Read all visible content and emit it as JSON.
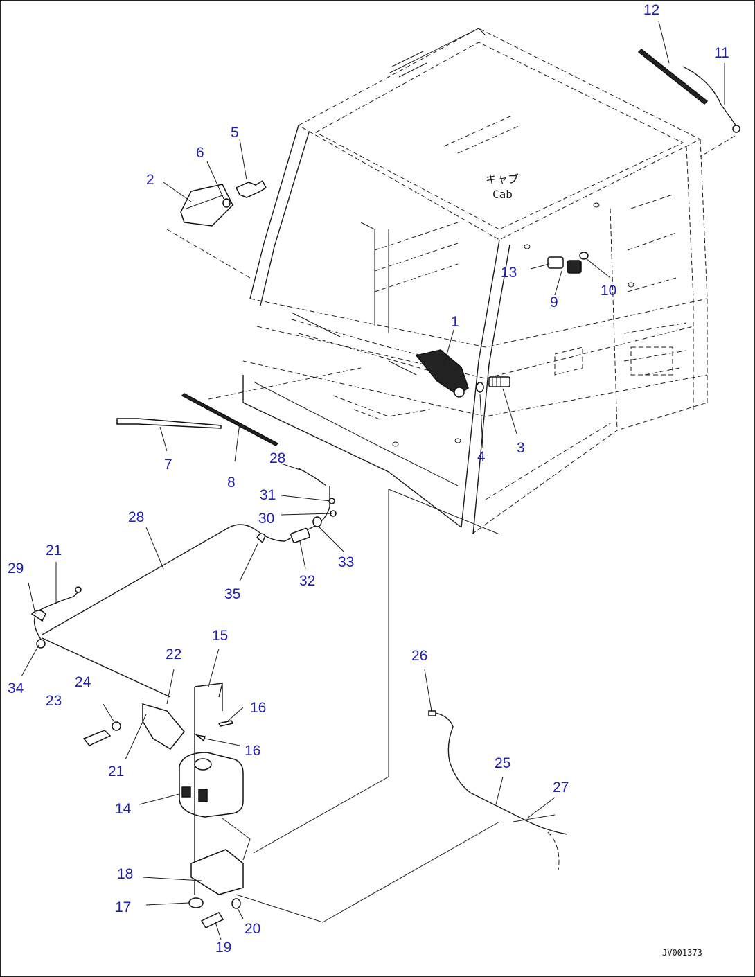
{
  "diagram": {
    "cab_label_jp": "キャブ",
    "cab_label_en": "Cab",
    "drawing_code": "JV001373",
    "callout_color": "#1d1db8",
    "callouts": [
      {
        "id": "c1",
        "label": "1"
      },
      {
        "id": "c2",
        "label": "2"
      },
      {
        "id": "c3",
        "label": "3"
      },
      {
        "id": "c4",
        "label": "4"
      },
      {
        "id": "c5",
        "label": "5"
      },
      {
        "id": "c6",
        "label": "6"
      },
      {
        "id": "c7",
        "label": "7"
      },
      {
        "id": "c8",
        "label": "8"
      },
      {
        "id": "c9",
        "label": "9"
      },
      {
        "id": "c10",
        "label": "10"
      },
      {
        "id": "c11",
        "label": "11"
      },
      {
        "id": "c12",
        "label": "12"
      },
      {
        "id": "c13",
        "label": "13"
      },
      {
        "id": "c14",
        "label": "14"
      },
      {
        "id": "c15",
        "label": "15"
      },
      {
        "id": "c16a",
        "label": "16"
      },
      {
        "id": "c16b",
        "label": "16"
      },
      {
        "id": "c17",
        "label": "17"
      },
      {
        "id": "c18",
        "label": "18"
      },
      {
        "id": "c19",
        "label": "19"
      },
      {
        "id": "c20",
        "label": "20"
      },
      {
        "id": "c21a",
        "label": "21"
      },
      {
        "id": "c21b",
        "label": "21"
      },
      {
        "id": "c22",
        "label": "22"
      },
      {
        "id": "c23",
        "label": "23"
      },
      {
        "id": "c24",
        "label": "24"
      },
      {
        "id": "c25",
        "label": "25"
      },
      {
        "id": "c26",
        "label": "26"
      },
      {
        "id": "c27",
        "label": "27"
      },
      {
        "id": "c28a",
        "label": "28"
      },
      {
        "id": "c28b",
        "label": "28"
      },
      {
        "id": "c29",
        "label": "29"
      },
      {
        "id": "c30",
        "label": "30"
      },
      {
        "id": "c31",
        "label": "31"
      },
      {
        "id": "c32",
        "label": "32"
      },
      {
        "id": "c33",
        "label": "33"
      },
      {
        "id": "c34",
        "label": "34"
      },
      {
        "id": "c35",
        "label": "35"
      }
    ]
  }
}
